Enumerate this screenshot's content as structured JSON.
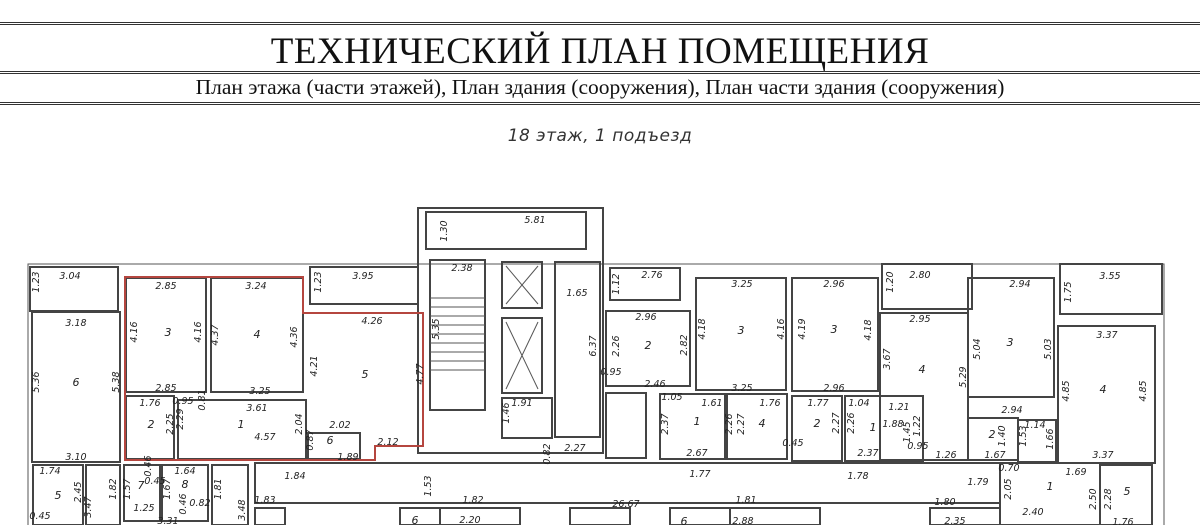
{
  "header": {
    "title": "ТЕХНИЧЕСКИЙ ПЛАН ПОМЕЩЕНИЯ",
    "subtitle": "План этажа (части этажей), План здания (сооружения), План части здания (сооружения)",
    "floor_caption": "18 этаж, 1 подъезд"
  },
  "plan": {
    "highlight_color": "#b5463f",
    "labels": [
      "3.04",
      "1.23",
      "2.85",
      "3.24",
      "1.23",
      "3.95",
      "3.18",
      "4.26",
      "4.16",
      "3",
      "4.16",
      "4.37",
      "4",
      "4.36",
      "5.36",
      "6",
      "5.38",
      "4.21",
      "5",
      "4.77",
      "2.85",
      "3.25",
      "1.76",
      "0.95",
      "0.81",
      "3.61",
      "2",
      "2.25",
      "2.29",
      "1",
      "4.57",
      "2.04",
      "2.02",
      "0.87",
      "6",
      "1.89",
      "2.12",
      "3.10",
      "1.74",
      "5",
      "2.45",
      "1.82",
      "3.47",
      "7",
      "0.45",
      "1.57",
      "0.46",
      "1.64",
      "8",
      "1.67",
      "0.82",
      "0.46",
      "1.25",
      "1.81",
      "3.48",
      "3.31",
      "1.84",
      "1.83",
      "1.53",
      "0.45",
      "5.81",
      "1.30",
      "2.38",
      "1.65",
      "5.35",
      "6.37",
      "1.91",
      "1.46",
      "2.27",
      "0.82",
      "2.76",
      "1.12",
      "2.96",
      "2.26",
      "2",
      "2.82",
      "0.95",
      "2.46",
      "3.25",
      "3",
      "4.18",
      "4.16",
      "4.19",
      "3.25",
      "1.05",
      "1.61",
      "1.76",
      "2.37",
      "1",
      "2.26",
      "2.27",
      "4",
      "0.45",
      "2.67",
      "1.77",
      "1.82",
      "26.67",
      "1.81",
      "2.20",
      "2.88",
      "6",
      "6",
      "2.96",
      "1.20",
      "2.80",
      "2.94",
      "1.75",
      "3.55",
      "2.95",
      "3.37",
      "3",
      "4.18",
      "3.67",
      "4",
      "5.29",
      "5.04",
      "3",
      "5.03",
      "4.85",
      "4",
      "4.85",
      "2.96",
      "2.94",
      "1.77",
      "1.04",
      "1.21",
      "2",
      "2.27",
      "2.26",
      "1",
      "1.88",
      "1.45",
      "1.22",
      "1.26",
      "0.95",
      "2.37",
      "1.78",
      "2",
      "1.40",
      "1.53",
      "1.67",
      "1.14",
      "1.66",
      "3.37",
      "0.70",
      "1.69",
      "1.79",
      "2.05",
      "1",
      "2.50",
      "2.28",
      "5",
      "1.80",
      "2.40",
      "2.35",
      "1.76"
    ]
  }
}
